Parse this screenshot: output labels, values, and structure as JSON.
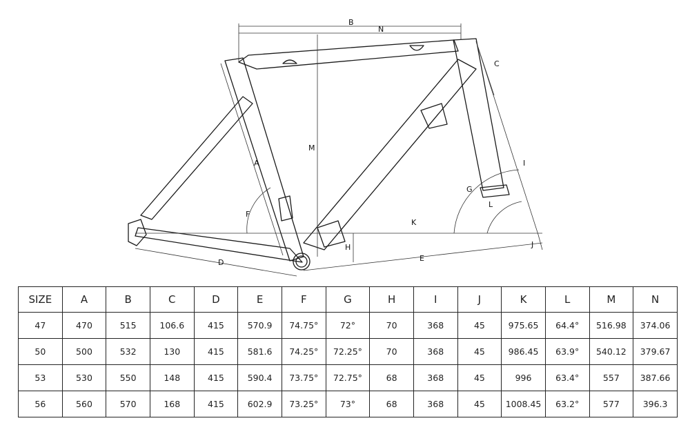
{
  "diagram": {
    "dimension_labels": [
      "A",
      "B",
      "C",
      "D",
      "E",
      "F",
      "G",
      "H",
      "I",
      "J",
      "K",
      "L",
      "M",
      "N"
    ]
  },
  "table": {
    "headers": [
      "SIZE",
      "A",
      "B",
      "C",
      "D",
      "E",
      "F",
      "G",
      "H",
      "I",
      "J",
      "K",
      "L",
      "M",
      "N"
    ],
    "rows": [
      [
        "47",
        "470",
        "515",
        "106.6",
        "415",
        "570.9",
        "74.75°",
        "72°",
        "70",
        "368",
        "45",
        "975.65",
        "64.4°",
        "516.98",
        "374.06"
      ],
      [
        "50",
        "500",
        "532",
        "130",
        "415",
        "581.6",
        "74.25°",
        "72.25°",
        "70",
        "368",
        "45",
        "986.45",
        "63.9°",
        "540.12",
        "379.67"
      ],
      [
        "53",
        "530",
        "550",
        "148",
        "415",
        "590.4",
        "73.75°",
        "72.75°",
        "68",
        "368",
        "45",
        "996",
        "63.4°",
        "557",
        "387.66"
      ],
      [
        "56",
        "560",
        "570",
        "168",
        "415",
        "602.9",
        "73.25°",
        "73°",
        "68",
        "368",
        "45",
        "1008.45",
        "63.2°",
        "577",
        "396.3"
      ]
    ]
  }
}
